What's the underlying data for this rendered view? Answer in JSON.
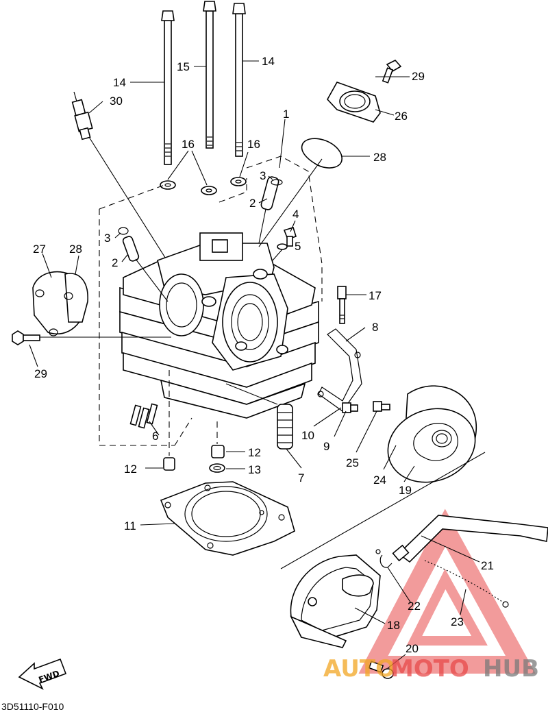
{
  "diagram_code": "3D51110-F010",
  "fwd_label": "FWD",
  "watermark": {
    "part1": "AUTO",
    "part2": "MOTO",
    "part3": "HUB",
    "color_primary": "#e84a4a",
    "color_secondary": "#7a7a7a"
  },
  "callouts": [
    "1",
    "2",
    "2",
    "3",
    "3",
    "4",
    "5",
    "6",
    "7",
    "8",
    "9",
    "10",
    "11",
    "12",
    "12",
    "13",
    "14",
    "14",
    "15",
    "16",
    "16",
    "17",
    "18",
    "19",
    "20",
    "21",
    "22",
    "23",
    "24",
    "25",
    "26",
    "27",
    "28",
    "28",
    "29",
    "29",
    "30"
  ]
}
